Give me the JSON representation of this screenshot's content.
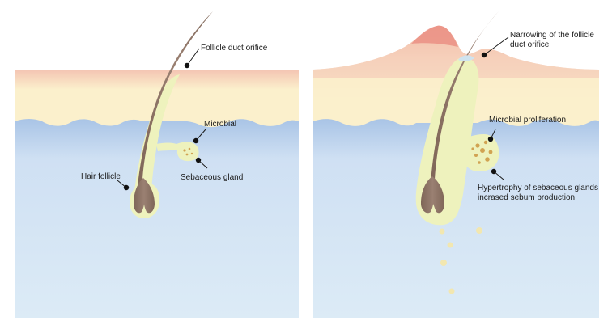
{
  "panels": [
    {
      "id": "normal",
      "labels": {
        "duct_orifice": "Follicle duct orifice",
        "microbial": "Microbial",
        "sebaceous_gland": "Sebaceous gland",
        "hair_follicle": "Hair follicle"
      }
    },
    {
      "id": "acne",
      "labels": {
        "narrowing_line1": "Narrowing of the follicle",
        "narrowing_line2": "duct orifice",
        "microbial_proliferation": "Microbial proliferation",
        "hypertrophy_line1": "Hypertrophy of sebaceous glands",
        "hypertrophy_line2": "incrased sebum production"
      }
    }
  ],
  "colors": {
    "epidermis_top": "#f4c4b2",
    "epidermis": "#fbf0cc",
    "dermis_top": "#a9c4e6",
    "dermis": "#dcebf6",
    "hair": "#8e7566",
    "follicle": "#eef2bd",
    "sebum": "#f2e7b0",
    "microbe": "#d1a352",
    "inflamed": "#e9887d"
  }
}
